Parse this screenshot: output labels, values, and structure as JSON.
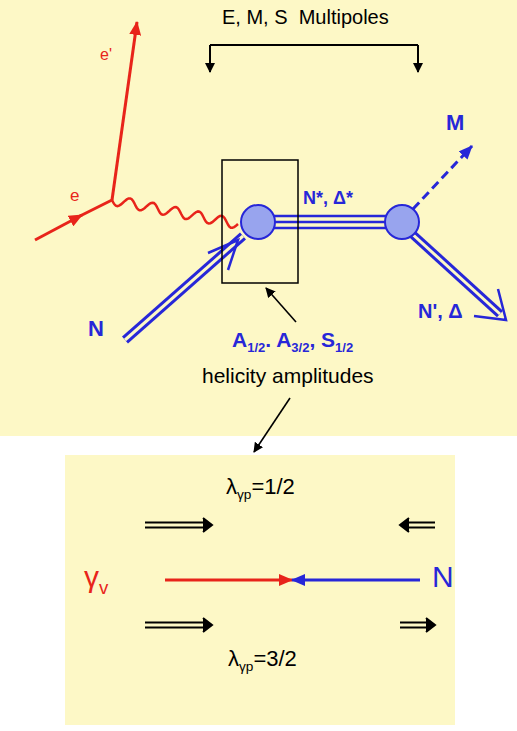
{
  "diagram": {
    "labels": [
      "E, M, S  Multipoles",
      "e'",
      "e",
      "M",
      "N*, Δ*",
      "N",
      "N', Δ",
      "A",
      "1/2",
      ". A",
      "3/2",
      ", S",
      "1/2",
      "helicity amplitudes",
      "λ",
      "γp",
      "=1/2",
      "γ",
      "v",
      "N",
      "λ",
      "γp",
      "=3/2"
    ]
  }
}
